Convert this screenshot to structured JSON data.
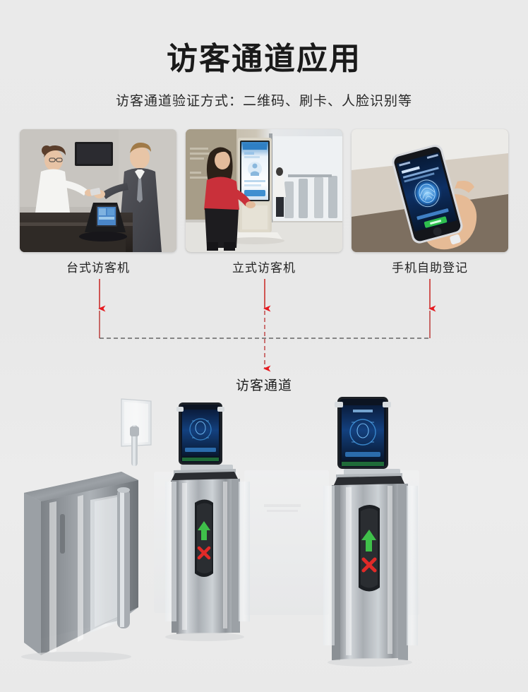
{
  "page": {
    "background_color": "#e9e9e9",
    "accent_red": "#e6191f"
  },
  "header": {
    "title": "访客通道应用",
    "subtitle": "访客通道验证方式：二维码、刷卡、人脸识别等"
  },
  "photos": [
    {
      "caption": "台式访客机",
      "alt": "前台接待员与访客交接卡片，桌面放置台式访客登记机",
      "scene": "reception-desk"
    },
    {
      "caption": "立式访客机",
      "alt": "女士在立式访客登记一体机前操作，背景为闸机通道",
      "scene": "standing-kiosk"
    },
    {
      "caption": "手机自助登记",
      "alt": "手持智能手机显示蓝色指纹识别登记界面",
      "scene": "mobile-phone"
    }
  ],
  "diagram": {
    "target_label": "访客通道",
    "arrow_color": "#e6191f",
    "connector_style": "dashed"
  },
  "gates": [
    {
      "name": "左侧翼闸",
      "type": "swing-barrier-gate",
      "has_face_terminal": false,
      "has_acrylic_flap": true,
      "indicator": null
    },
    {
      "name": "中间翼闸",
      "type": "swing-barrier-gate",
      "has_face_terminal": true,
      "has_acrylic_flap": false,
      "indicator": {
        "pass_icon": "green-up-arrow",
        "stop_icon": "red-x",
        "pass_color": "#3fbf4a",
        "stop_color": "#e02a28"
      }
    },
    {
      "name": "右侧翼闸",
      "type": "swing-barrier-gate",
      "has_face_terminal": true,
      "has_acrylic_flap": false,
      "indicator": {
        "pass_icon": "green-up-arrow",
        "stop_icon": "red-x",
        "pass_color": "#3fbf4a",
        "stop_color": "#e02a28"
      }
    }
  ]
}
